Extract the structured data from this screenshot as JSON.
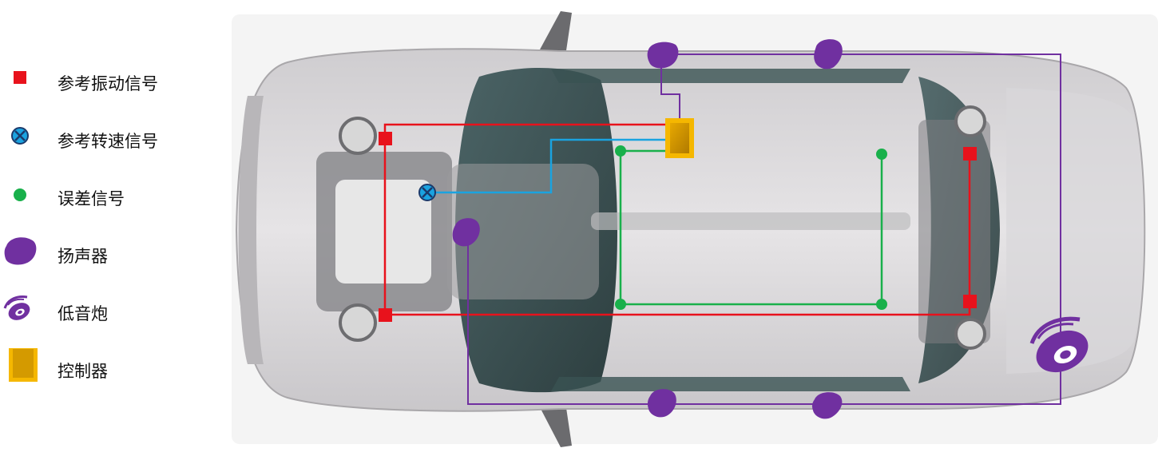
{
  "legend": {
    "items": [
      {
        "label": "参考振动信号",
        "icon": "red-square-icon",
        "color": "#e8121c"
      },
      {
        "label": "参考转速信号",
        "icon": "speed-sensor-icon",
        "color": "#1aa3e0"
      },
      {
        "label": "误差信号",
        "icon": "green-dot-icon",
        "color": "#19b04b"
      },
      {
        "label": "扬声器",
        "icon": "speaker-icon",
        "color": "#7030a0"
      },
      {
        "label": "低音炮",
        "icon": "subwoofer-icon",
        "color": "#7030a0"
      },
      {
        "label": "控制器",
        "icon": "controller-icon",
        "color": "#f5b700"
      }
    ]
  },
  "colors": {
    "vibration": "#e8121c",
    "speed": "#1aa3e0",
    "error": "#19b04b",
    "speaker": "#7030a0",
    "controller_border": "#f5b700",
    "controller_fill": "#d49a00"
  }
}
